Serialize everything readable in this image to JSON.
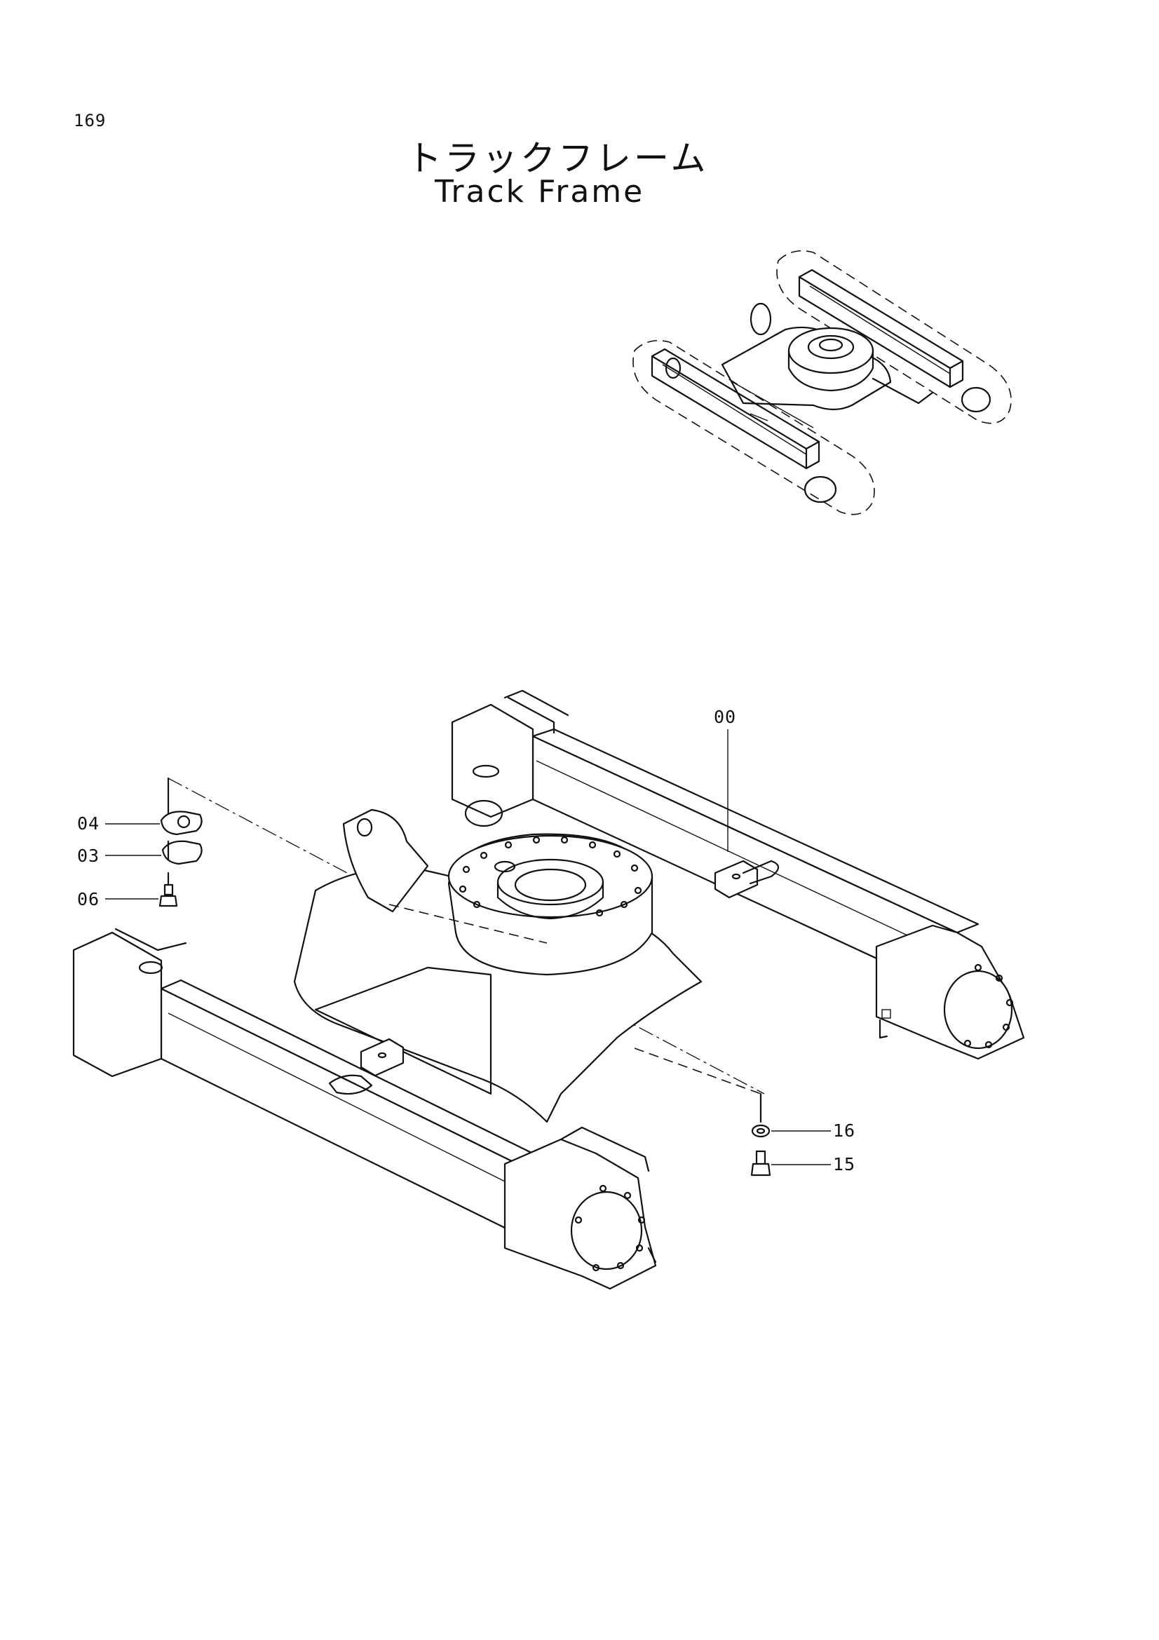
{
  "page": {
    "number": "169",
    "title_ja": "トラックフレーム",
    "title_en": "Track Frame"
  },
  "diagram": {
    "overview_illustration": "undercarriage-overview",
    "main_illustration": "track-frame-exploded",
    "callouts": [
      {
        "id": "00",
        "label": "00"
      },
      {
        "id": "04",
        "label": "04"
      },
      {
        "id": "03",
        "label": "03"
      },
      {
        "id": "06",
        "label": "06"
      },
      {
        "id": "16",
        "label": "16"
      },
      {
        "id": "15",
        "label": "15"
      }
    ]
  },
  "colors": {
    "ink": "#111111",
    "paper": "#ffffff"
  }
}
